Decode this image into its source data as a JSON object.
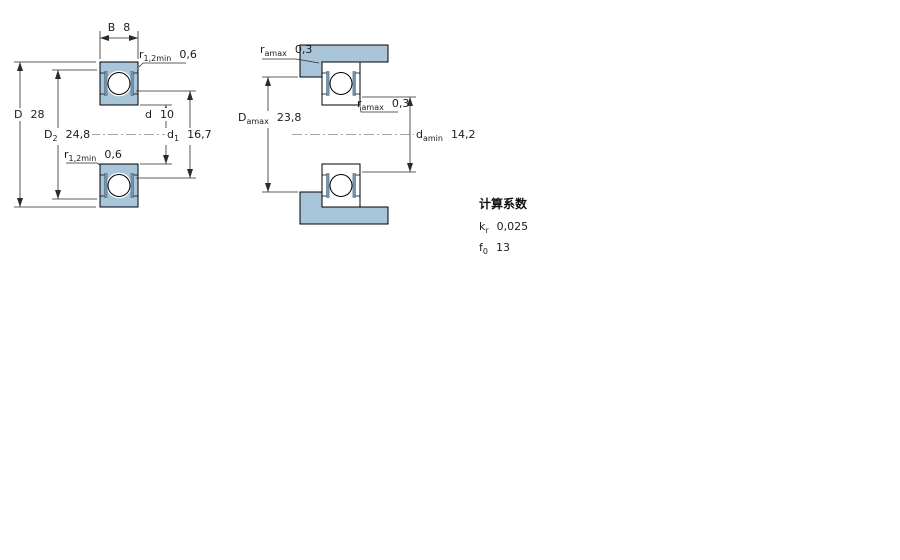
{
  "drawing": {
    "left": {
      "B": {
        "label": "B",
        "value": "8"
      },
      "r12_top": {
        "label": "r",
        "sub": "1,2min",
        "value": "0,6"
      },
      "D": {
        "label": "D",
        "value": "28"
      },
      "D2": {
        "label": "D",
        "sub": "2",
        "value": "24,8"
      },
      "r12_mid": {
        "label": "r",
        "sub": "1,2min",
        "value": "0,6"
      },
      "d": {
        "label": "d",
        "value": "10"
      },
      "d1": {
        "label": "d",
        "sub": "1",
        "value": "16,7"
      }
    },
    "right": {
      "ra_top": {
        "label": "r",
        "sub": "amax",
        "value": "0,3"
      },
      "Da": {
        "label": "D",
        "sub": "amax",
        "value": "23,8"
      },
      "ra_mid": {
        "label": "r",
        "sub": "amax",
        "value": "0,3"
      },
      "da": {
        "label": "d",
        "sub": "amin",
        "value": "14,2"
      }
    }
  },
  "factors": {
    "title": "计算系数",
    "items": [
      {
        "label": "k",
        "sub": "r",
        "value": "0,025"
      },
      {
        "label": "f",
        "sub": "0",
        "value": "13"
      }
    ]
  },
  "colors": {
    "bearing-fill": "#a9c5da",
    "shield-fill": "#7296ae",
    "line": "#000000",
    "dim-line": "#2b2b2b"
  }
}
